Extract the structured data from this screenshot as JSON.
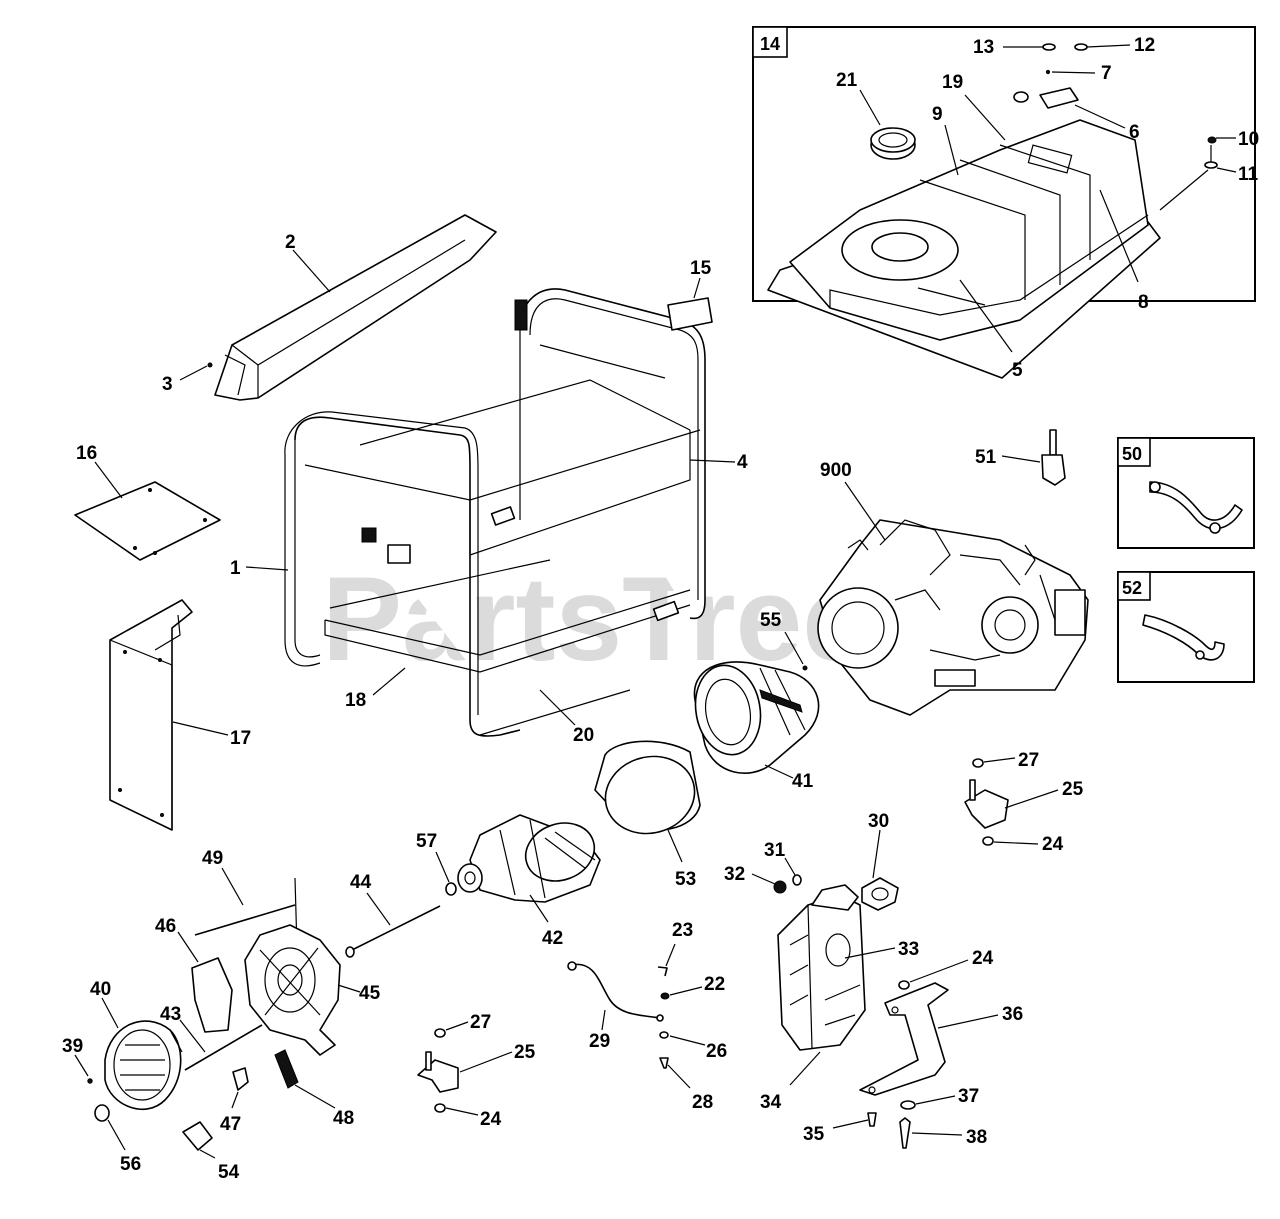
{
  "watermark": "PartsTree",
  "callouts": {
    "c1": "1",
    "c2": "2",
    "c3": "3",
    "c4": "4",
    "c5": "5",
    "c6": "6",
    "c7": "7",
    "c8": "8",
    "c9": "9",
    "c10": "10",
    "c11": "11",
    "c12": "12",
    "c13": "13",
    "c14": "14",
    "c15": "15",
    "c16": "16",
    "c17": "17",
    "c18": "18",
    "c19": "19",
    "c20": "20",
    "c21": "21",
    "c22": "22",
    "c23": "23",
    "c24a": "24",
    "c24b": "24",
    "c24c": "24",
    "c25a": "25",
    "c25b": "25",
    "c26": "26",
    "c27a": "27",
    "c27b": "27",
    "c28": "28",
    "c29": "29",
    "c30": "30",
    "c31": "31",
    "c32": "32",
    "c33": "33",
    "c34": "34",
    "c35": "35",
    "c36": "36",
    "c37": "37",
    "c38": "38",
    "c39": "39",
    "c40": "40",
    "c41": "41",
    "c42": "42",
    "c43": "43",
    "c44": "44",
    "c45": "45",
    "c46": "46",
    "c47": "47",
    "c48": "48",
    "c49": "49",
    "c50": "50",
    "c51": "51",
    "c52": "52",
    "c53": "53",
    "c54": "54",
    "c55": "55",
    "c56": "56",
    "c57": "57",
    "c900": "900"
  }
}
